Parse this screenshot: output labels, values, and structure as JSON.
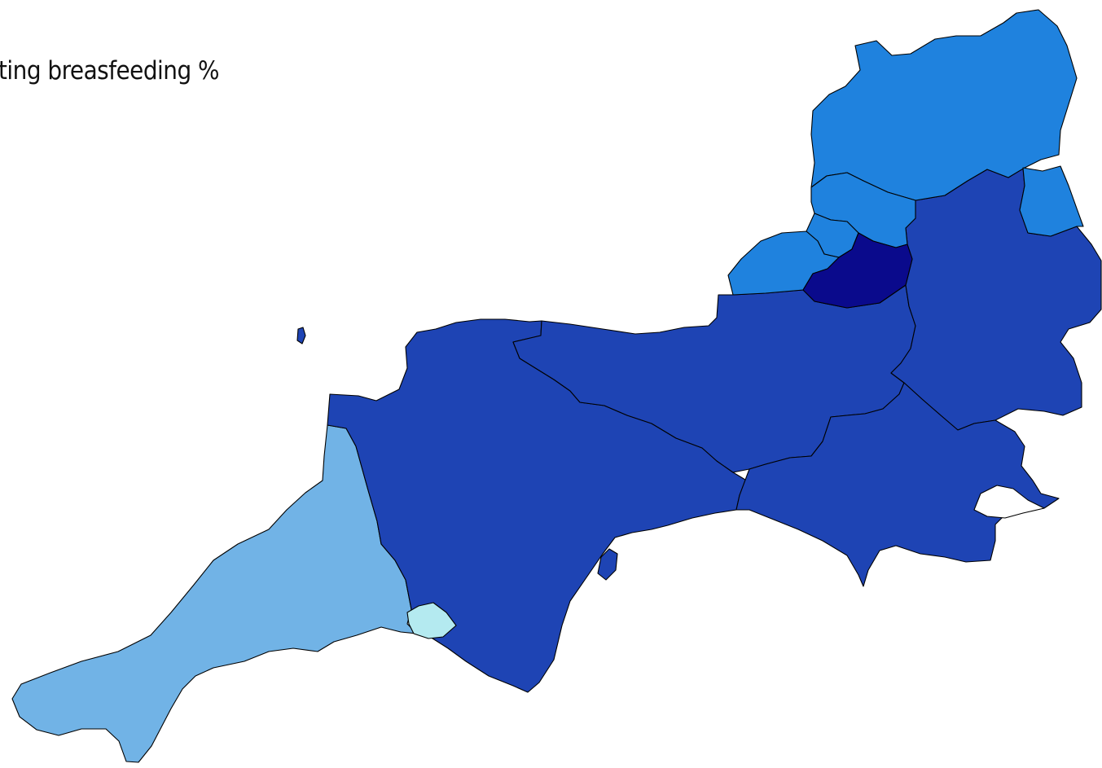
{
  "title": "ting breasfeeding %",
  "colors": {
    "darkest": "#0a0a8c",
    "dark": "#1e44b4",
    "mid": "#1f82de",
    "light": "#71b3e6",
    "lightest": "#b4eaf0",
    "none": "#ffffff",
    "outline": "#000000"
  },
  "regions": [
    {
      "name": "cornwall",
      "shade": "light"
    },
    {
      "name": "plymouth",
      "shade": "lightest"
    },
    {
      "name": "devon",
      "shade": "dark"
    },
    {
      "name": "somerset",
      "shade": "dark"
    },
    {
      "name": "wiltshire",
      "shade": "dark"
    },
    {
      "name": "dorset",
      "shade": "dark"
    },
    {
      "name": "bournemouth-poole",
      "shade": "none"
    },
    {
      "name": "gloucestershire",
      "shade": "mid"
    },
    {
      "name": "swindon",
      "shade": "mid"
    },
    {
      "name": "bristol",
      "shade": "mid"
    },
    {
      "name": "south-gloucestershire",
      "shade": "mid"
    },
    {
      "name": "north-somerset",
      "shade": "mid"
    },
    {
      "name": "bath-ne-somerset",
      "shade": "darkest"
    },
    {
      "name": "torbay",
      "shade": "dark"
    },
    {
      "name": "isles-of-scilly",
      "shade": "dark"
    }
  ]
}
